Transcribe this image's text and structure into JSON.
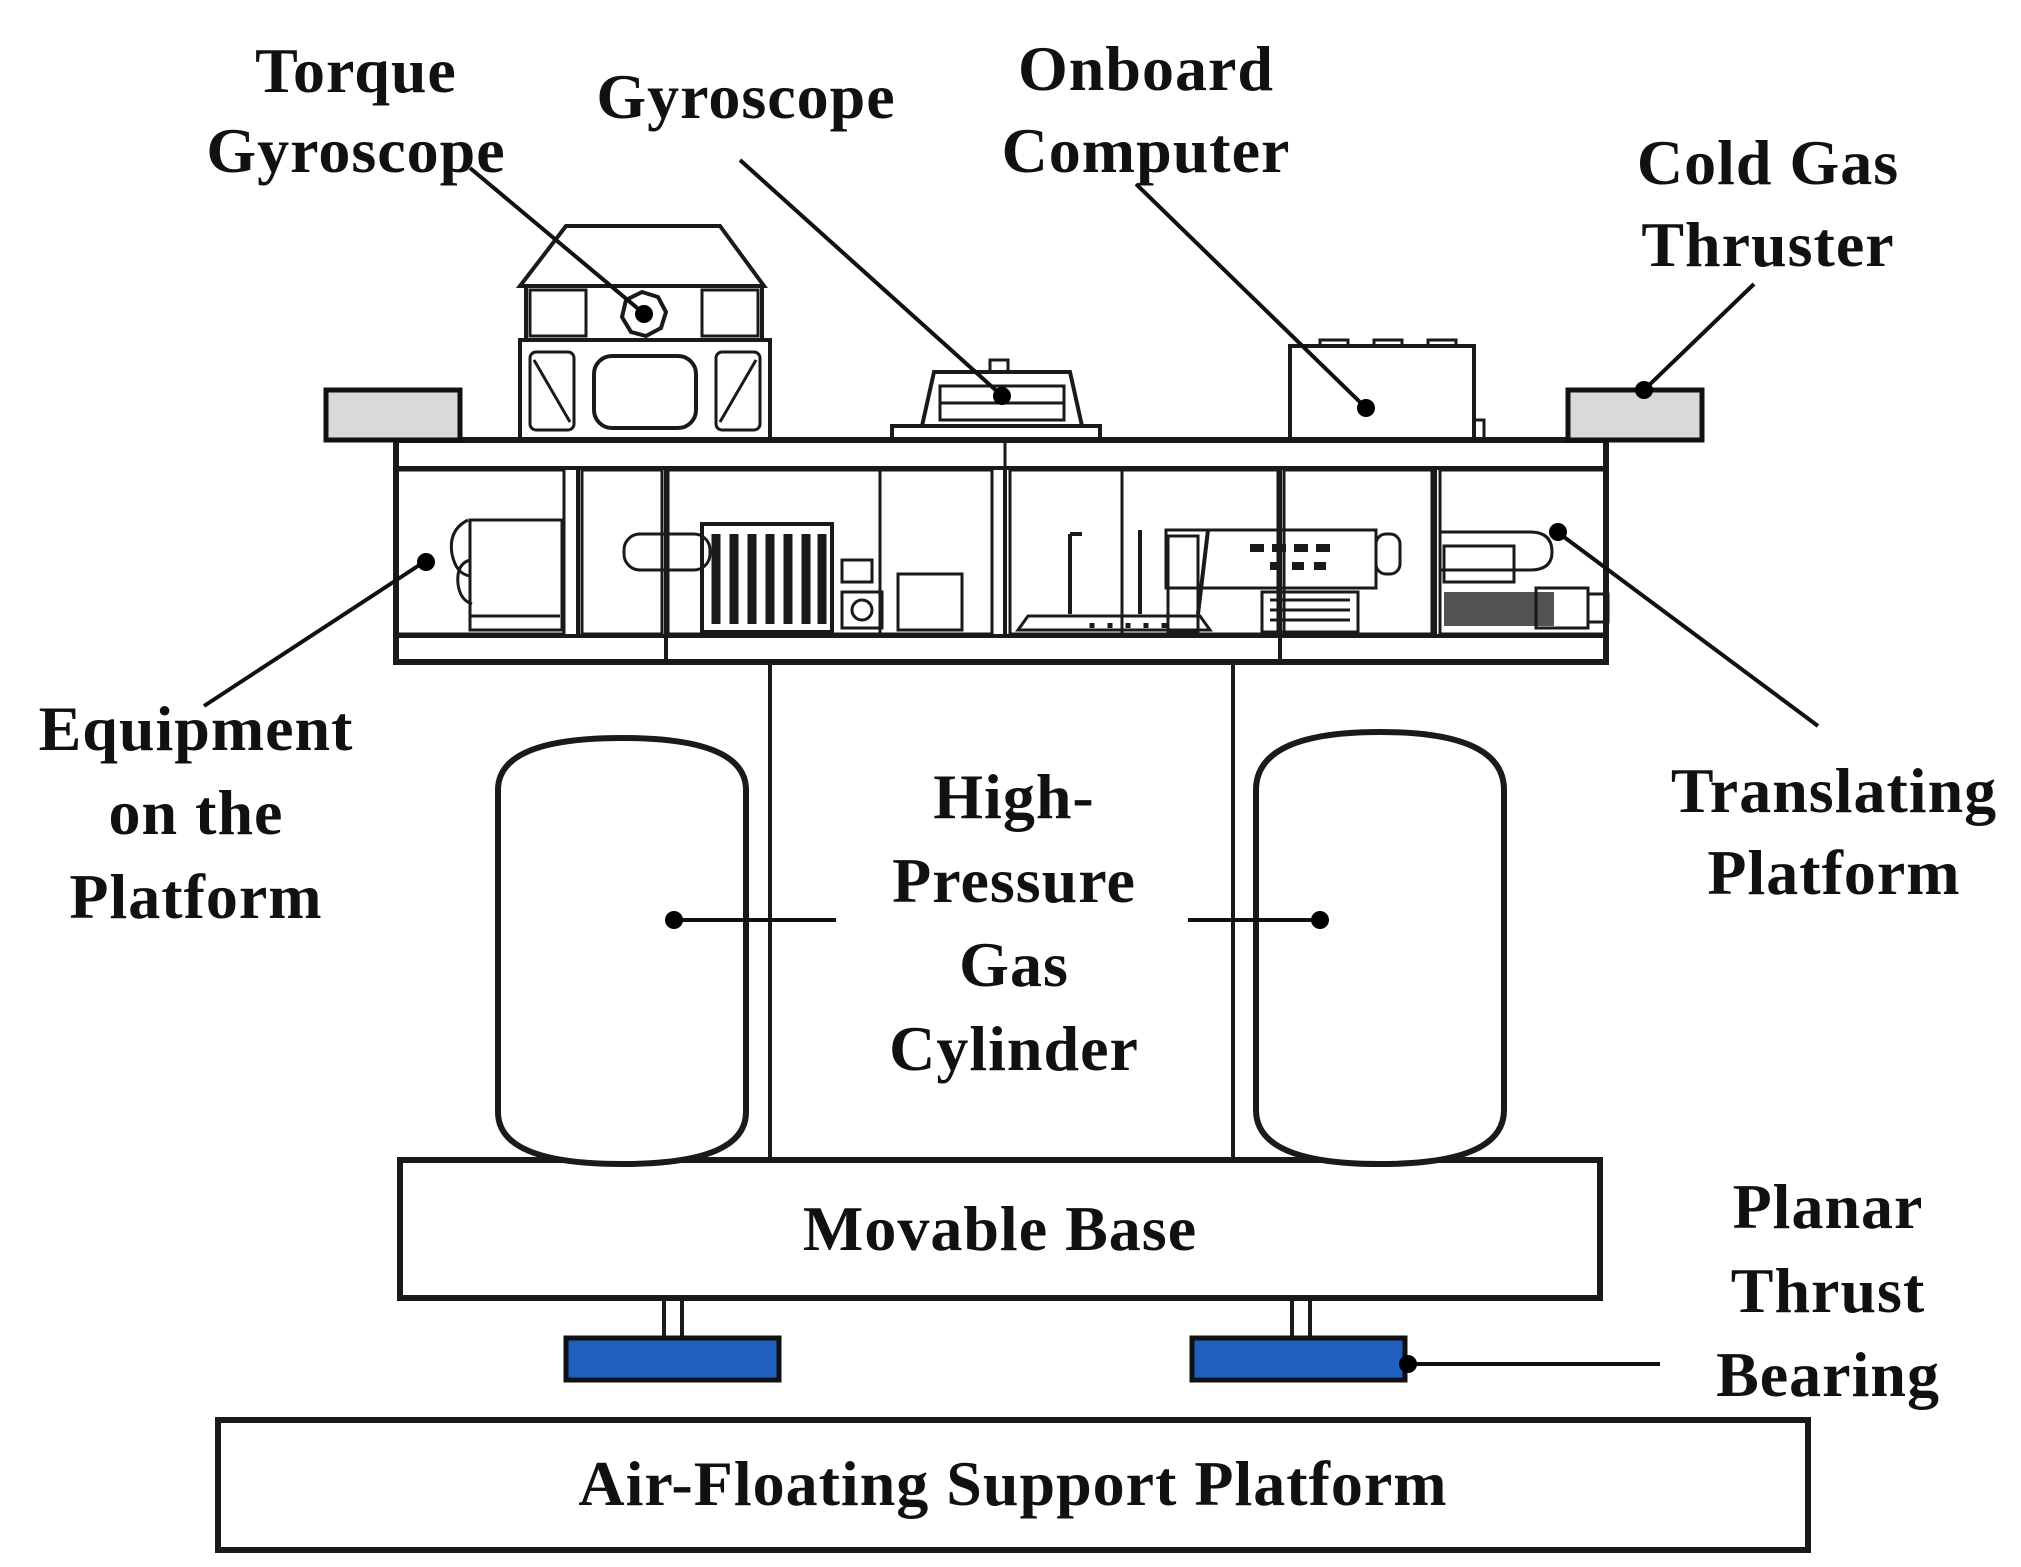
{
  "labels": {
    "torque_gyroscope": [
      "Torque",
      "Gyroscope"
    ],
    "gyroscope": [
      "Gyroscope"
    ],
    "onboard_computer": [
      "Onboard",
      "Computer"
    ],
    "cold_gas_thruster": [
      "Cold Gas",
      "Thruster"
    ],
    "equipment_platform": [
      "Equipment",
      "on the",
      "Platform"
    ],
    "translating_platform": [
      "Translating",
      "Platform"
    ],
    "gas_cylinder": [
      "High-",
      "Pressure",
      "Gas",
      "Cylinder"
    ],
    "movable_base": "Movable Base",
    "planar_thrust_bearing": [
      "Planar",
      "Thrust",
      "Bearing"
    ],
    "air_floating_platform": "Air-Floating Support Platform"
  },
  "colors": {
    "bearing": "#1f5fbf",
    "thruster": "#d9d9d9",
    "line": "#1a1a1a"
  }
}
